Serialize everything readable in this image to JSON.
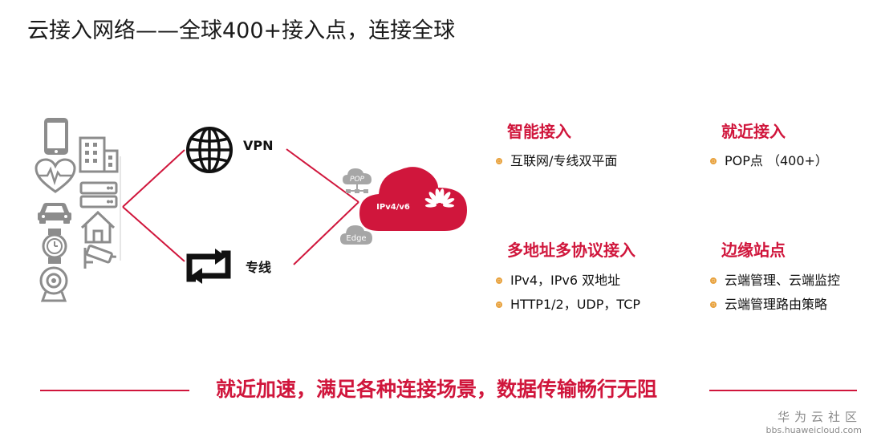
{
  "title": "云接入网络——全球400+接入点，连接全球",
  "connections": {
    "vpn_label": "VPN",
    "line_label": "专线"
  },
  "cloud": {
    "label": "IPv4/v6",
    "pop_label": "POP",
    "edge_label": "Edge"
  },
  "features": [
    {
      "title": "智能接入",
      "items": [
        "互联网/专线双平面"
      ]
    },
    {
      "title": "就近接入",
      "items": [
        "POP点 （400+）"
      ]
    },
    {
      "title": "多地址多协议接入",
      "items": [
        "IPv4，IPv6 双地址",
        "HTTP1/2，UDP，TCP"
      ]
    },
    {
      "title": "边缘站点",
      "items": [
        "云端管理、云端监控",
        "云端管理路由策略"
      ]
    }
  ],
  "slogan": "就近加速，满足各种连接场景，数据传输畅行无阻",
  "watermark": {
    "name": "华为云社区",
    "url": "bbs.huaweicloud.com"
  },
  "colors": {
    "accent": "#d0163c",
    "bullet": "#e8a13c",
    "device_gray": "#8c8c8c",
    "node_gray": "#a6a6a6"
  },
  "icons": {
    "devices": [
      "smartphone-icon",
      "building-icon",
      "heart-rate-icon",
      "server-icon",
      "car-icon",
      "house-icon",
      "watch-icon",
      "security-camera-icon",
      "webcam-icon"
    ],
    "vpn": "globe-icon",
    "line": "repeat-arrows-icon",
    "cloud": "huawei-cloud-icon"
  }
}
